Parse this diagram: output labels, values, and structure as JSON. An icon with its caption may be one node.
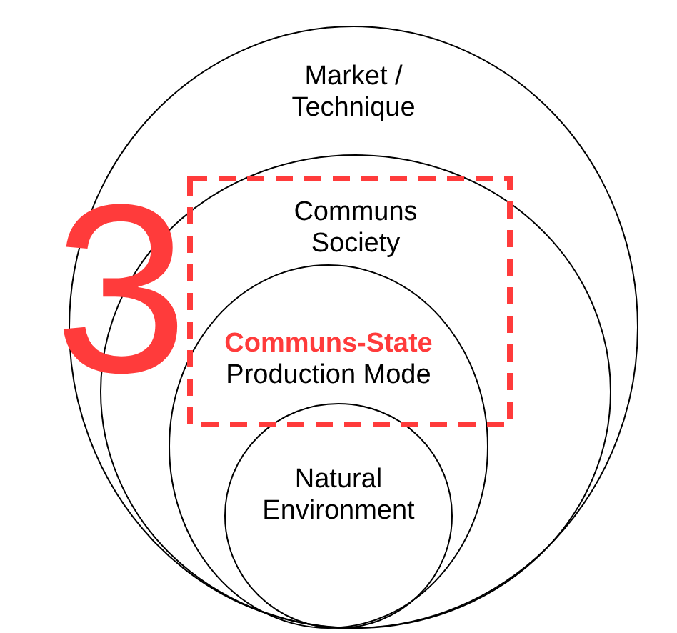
{
  "diagram": {
    "nodes": [
      {
        "text": [
          "Market / Technique"
        ]
      },
      {
        "text": [
          "Communs Society"
        ],
        "in": 0
      },
      {
        "text": [
          "Communs-State",
          "Production Mode"
        ],
        "in": 1
      },
      {
        "text": [
          "Natural Environment"
        ],
        "in": 2
      }
    ],
    "edges": [],
    "labels": [
      "3"
    ]
  }
}
